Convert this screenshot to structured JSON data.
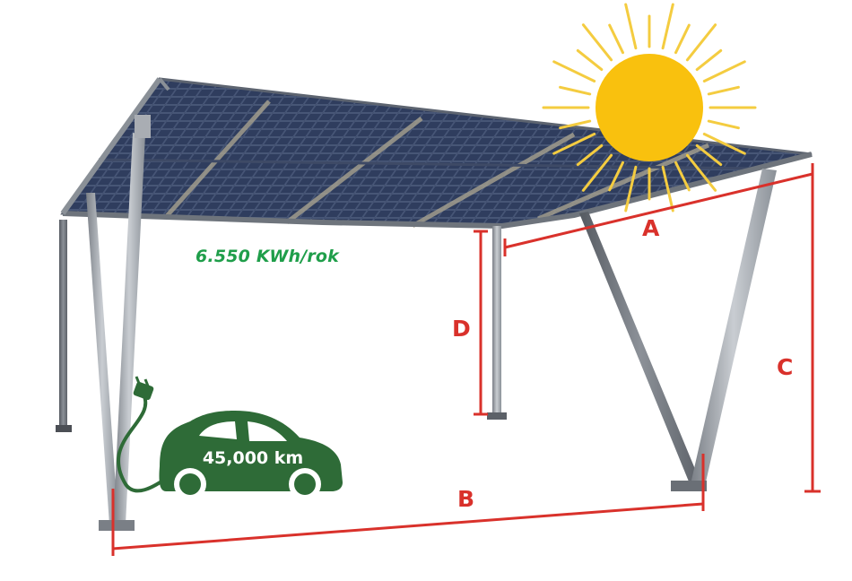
{
  "energy_label": "6.550 KWh/rok",
  "car_label": "45,000 km",
  "dimensions": {
    "a": "A",
    "b": "B",
    "c": "C",
    "d": "D"
  },
  "colors": {
    "energy_text": "#1f9e4a",
    "car_body": "#2e6b37",
    "dimension_lines": "#d9312b",
    "sun_core": "#f9c10e",
    "sun_rays": "#f4cc40",
    "panel_dark": "#1f2b46",
    "frame_steel": "#9aa0a6"
  },
  "icons": [
    "sun-icon",
    "electric-car-icon",
    "charging-plug-icon"
  ]
}
